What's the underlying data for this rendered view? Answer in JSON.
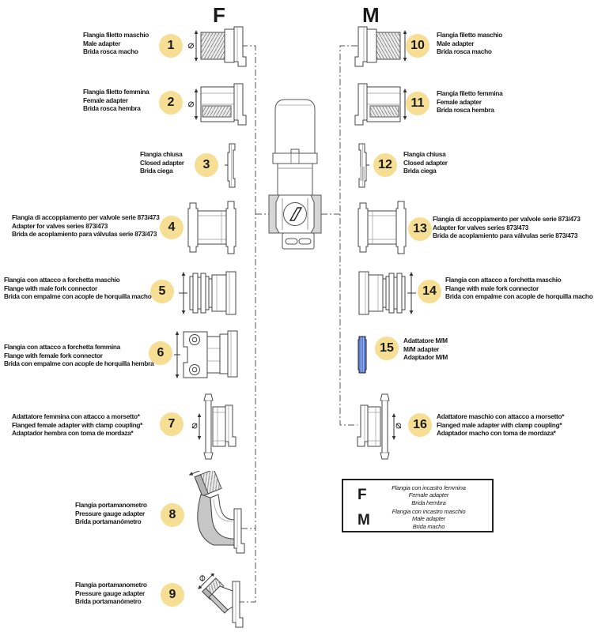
{
  "headers": {
    "f": "F",
    "m": "M"
  },
  "colors": {
    "badge": "#F6DF94",
    "badge_text": "#1a1a1a",
    "blue_part": "#5C7FD6",
    "drawing_line": "#4a4a4a",
    "shading_gray": "#c6c6c6"
  },
  "items": [
    {
      "num": "1",
      "it": "Flangia filetto maschio",
      "en": "Male adapter",
      "es": "Brida rosca macho"
    },
    {
      "num": "2",
      "it": "Flangia filetto femmina",
      "en": "Female adapter",
      "es": "Brida rosca hembra"
    },
    {
      "num": "3",
      "it": "Flangia chiusa",
      "en": "Closed adapter",
      "es": "Brida ciega"
    },
    {
      "num": "4",
      "it": "Flangia di accoppiamento per valvole serie 873/473",
      "en": "Adapter for valves series 873/473",
      "es": "Brida de acoplamiento para válvulas serie 873/473"
    },
    {
      "num": "5",
      "it": "Flangia con attacco a forchetta maschio",
      "en": "Flange with male fork connector",
      "es": "Brida con empalme con acople de horquilla macho"
    },
    {
      "num": "6",
      "it": "Flangia con attacco a forchetta femmina",
      "en": "Flange with female fork connector",
      "es": "Brida con empalme con acople de horquilla hembra"
    },
    {
      "num": "7",
      "it": "Adattatore femmina con attacco a morsetto*",
      "en": "Flanged female adapter with clamp coupling*",
      "es": "Adaptador hembra con toma de mordaza*"
    },
    {
      "num": "8",
      "it": "Flangia portamanometro",
      "en": "Pressure gauge adapter",
      "es": "Brida portamanómetro"
    },
    {
      "num": "9",
      "it": "Flangia portamanometro",
      "en": "Pressure gauge adapter",
      "es": "Brida portamanómetro"
    },
    {
      "num": "10",
      "it": "Flangia filetto maschio",
      "en": "Male adapter",
      "es": "Brida rosca macho"
    },
    {
      "num": "11",
      "it": "Flangia filetto femmina",
      "en": "Female adapter",
      "es": "Brida rosca hembra"
    },
    {
      "num": "12",
      "it": "Flangia chiusa",
      "en": "Closed adapter",
      "es": "Brida ciega"
    },
    {
      "num": "13",
      "it": "Flangia di accoppiamento per valvole serie 873/473",
      "en": "Adapter for valves series 873/473",
      "es": "Brida de acoplamiento para válvulas serie 873/473"
    },
    {
      "num": "14",
      "it": "Flangia con attacco a forchetta maschio",
      "en": "Flange with male fork connector",
      "es": "Brida con empalme con acople de horquilla macho"
    },
    {
      "num": "15",
      "it": "Adattatore M/M",
      "en": "M/M adapter",
      "es": "Adaptador M/M"
    },
    {
      "num": "16",
      "it": "Adattatore maschio con attacco a morsetto*",
      "en": "Flanged male adapter with clamp coupling*",
      "es": "Adaptador macho con toma de mordaza*"
    }
  ],
  "legend": {
    "rows": [
      {
        "key": "F",
        "it": "Flangia con incastro femmina",
        "en": "Female adapter",
        "es": "Brida hembra"
      },
      {
        "key": "M",
        "it": "Flangia con incastro maschio",
        "en": "Male adapter",
        "es": "Brida macho"
      }
    ]
  }
}
